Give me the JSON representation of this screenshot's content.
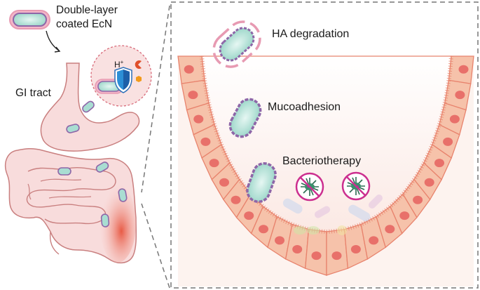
{
  "legend": {
    "line1": "Double-layer",
    "line2": "coated EcN"
  },
  "gi_tract_label": "GI tract",
  "proton_label": "H",
  "proton_charge": "+",
  "mechanisms": [
    {
      "label": "HA degradation"
    },
    {
      "label": "Mucoadhesion"
    },
    {
      "label": "Bacteriotherapy"
    }
  ],
  "colors": {
    "bacterium_fill": "#a9ddd2",
    "bacterium_border": "#8e66a8",
    "coat_pink": "#e79ab2",
    "cell_fill": "#f6c2aa",
    "cell_border": "#e8836d",
    "nucleus": "#e8706a",
    "gut_fill": "#f8dcdc",
    "gut_border": "#c97f7f",
    "inflamed": "#ea6a55",
    "prohibit_ring": "#cc2f8f",
    "shield": "#2c8fd6",
    "dashed_frame": "#777777"
  },
  "icons": [
    "shield-icon",
    "prohibition-icon",
    "pathogen-icon",
    "arrow-icon"
  ]
}
